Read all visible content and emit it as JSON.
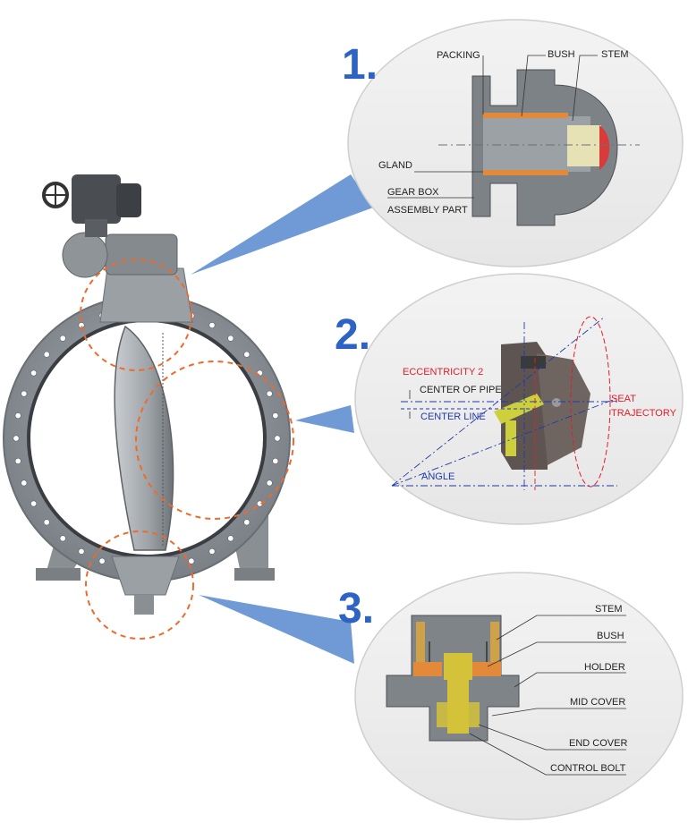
{
  "colors": {
    "accent_blue": "#2c63c4",
    "callout_blue": "#6f9ad6",
    "dashed_orange": "#ee6a2a",
    "valve_grey": "#8e9499",
    "eccentric_red": "#e31d2b",
    "line_navy": "#1f3aa8",
    "brass": "#d4c23a",
    "bronze": "#e28a3a"
  },
  "panels": [
    {
      "number": "1.",
      "title_hint": "stem packing detail",
      "labels": {
        "packing": "PACKING",
        "bush": "BUSH",
        "stem": "STEM",
        "gland": "GLAND",
        "gear_box_1": "GEAR BOX",
        "gear_box_2": "ASSEMBLY PART"
      }
    },
    {
      "number": "2.",
      "labels": {
        "eccentricity": "ECCENTRICITY 2",
        "center_of_pipe": "CENTER OF PIPE",
        "center_line": "CENTER LINE",
        "angle": "ANGLE",
        "seat_1": "SEAT",
        "seat_2": "TRAJECTORY"
      }
    },
    {
      "number": "3.",
      "labels": {
        "stem": "STEM",
        "bush": "BUSH",
        "holder": "HOLDER",
        "mid_cover": "MID COVER",
        "end_cover": "END COVER",
        "control_bolt": "CONTROL BOLT"
      }
    }
  ],
  "icons": {
    "valve": "butterfly-valve-icon",
    "actuator": "actuator-icon",
    "handwheel": "handwheel-icon"
  }
}
